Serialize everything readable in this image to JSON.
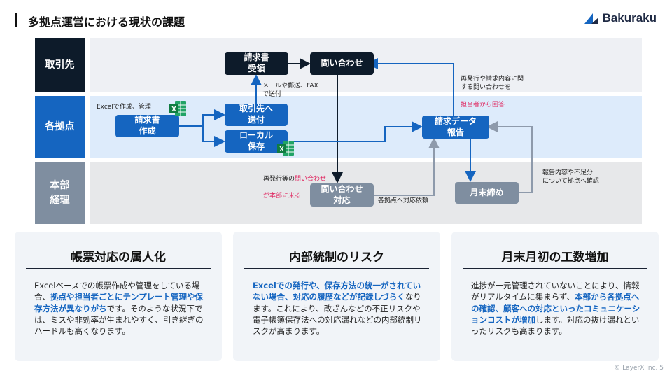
{
  "header": {
    "title": "多拠点運営における現状の課題",
    "logo_text": "Bakuraku"
  },
  "lanes": {
    "torihikisaki": "取引先",
    "kyoten": "各拠点",
    "honbu": "本部\n経理"
  },
  "boxes": {
    "seikyusho_juryo": "請求書\n受領",
    "toiawase": "問い合わせ",
    "torihikisaki_sofu": "取引先へ\n送付",
    "local_hozon": "ローカル\n保存",
    "seikyusho_sakusei": "請求書\n作成",
    "seikyu_data_hokoku": "請求データ\n報告",
    "toiawase_taio": "問い合わせ\n対応",
    "getsumatsu_shime": "月末締め"
  },
  "notes": {
    "excel_kanri": "Excelで作成、管理",
    "mail_fax": "メールや郵送、FAX\nで送付",
    "saihakko_top_a": "再発行や請求内容に関\nする問い合わせを",
    "saihakko_top_b": "担当者から回答",
    "saihakko_mid_a": "再発行等の",
    "saihakko_mid_b": "問い合わせ",
    "saihakko_mid_c": "が本部に来る",
    "kyoten_irai": "各拠点へ対応依頼",
    "hokoku_kakunin": "報告内容や不足分\nについて拠点へ確認"
  },
  "cards": [
    {
      "title": "帳票対応の属人化",
      "p1": "Excelベースでの帳票作成や管理をしている場合、",
      "hl1": "拠点や担当者ごとにテンプレート管理や保存方法が異なりがち",
      "p2": "です。そのような状況下では、ミスや非効率が生まれやすく、引き継ぎのハードルも高くなります。"
    },
    {
      "title": "内部統制のリスク",
      "p1": "",
      "hl1": "Excelでの発行や、保存方法の統一がされていない場合、対応の履歴などが記録しづらく",
      "p2": "なります。これにより、改ざんなどの不正リスクや電子帳簿保存法への対応漏れなどの内部統制リスクが高まります。"
    },
    {
      "title": "月末月初の工数増加",
      "p1": "進捗が一元管理されていないことにより、情報がリアルタイムに集まらず、",
      "hl1": "本部から各拠点への確認、顧客への対応といったコミュニケーションコストが増加",
      "p2": "します。対応の抜け漏れといったリスクも高まります。"
    }
  ],
  "footer": "© LayerX Inc.  5",
  "colors": {
    "dark": "#0d1b2a",
    "blue": "#1565c0",
    "gray": "#7f8ea0",
    "accent_red": "#e0245e",
    "excel_green": "#1d7a44"
  }
}
